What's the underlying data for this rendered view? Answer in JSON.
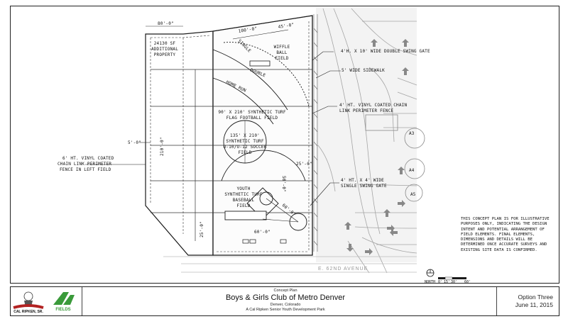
{
  "plan": {
    "dims": {
      "top_width": "80'-0\"",
      "right_top": "100'-0\"",
      "dim_210": "210'-0\"",
      "dim_5": "5'-0\"",
      "dim_25_right": "25'-0\"",
      "dim_25_left": "25'-0\"",
      "dim_60": "60'-0\"",
      "dim_50": "50'-0\"",
      "dim_60b": "60'-0\"",
      "dim_45": "45'-0\""
    },
    "fields": {
      "wiffle": [
        "WIFFLE",
        "BALL",
        "FIELD"
      ],
      "football": [
        "90' X 210' SYNTHETIC TURF",
        "FLAG FOOTBALL FIELD"
      ],
      "soccer": [
        "135' X 210'",
        "SYNTHETIC TURF",
        "U-10/U-12 SOCCER",
        "FIELD"
      ],
      "baseball": [
        "YOUTH",
        "SYNTHETIC TURF",
        "BASEBALL",
        "FIELD"
      ]
    },
    "property_note": [
      "24130 SF",
      "ADDITIONAL",
      "PROPERTY"
    ],
    "arc_labels": {
      "single": "SINGLE",
      "double": "DOUBLE",
      "home_run": "HOME RUN"
    },
    "callouts": {
      "gate_double": "4'H. X 10' WIDE DOUBLE SWING GATE",
      "sidewalk": "5' WIDE SIDEWALK",
      "fence_right": [
        "4' HT. VINYL COATED CHAIN",
        "LINK PERIMETER FENCE"
      ],
      "fence_left": [
        "6' HT. VINYL COATED",
        "CHAIN LINK PERIMETER",
        "FENCE IN LEFT FIELD"
      ],
      "gate_single": [
        "4' HT. X 4' WIDE",
        "SINGLE SWING GATE"
      ]
    },
    "road_label": "E. 62ND AVENUE",
    "site_labels": {
      "a3": "A3",
      "a4": "A4",
      "a5": "A5"
    },
    "north_label": "NORTH",
    "scale_labels": [
      "0'",
      "15'",
      "30'",
      "60'"
    ]
  },
  "disclaimer": "THIS CONCEPT PLAN IS FOR ILLUSTRATIVE PURPOSES ONLY, INDICATING THE DESIGN INTENT AND POTENTIAL ARRANGEMENT OF FIELD ELEMENTS. FINAL ELEMENTS, DIMENSIONS AND DETAILS WILL BE DETERMINED ONCE ACCURATE SURVEYS AND EXISTING SITE DATA IS CONFIRMED.",
  "titleblock": {
    "label": "Concept Plan",
    "title": "Boys & Girls Club of Metro Denver",
    "location": "Denver, Colorado",
    "subtitle": "A Cal Ripken Senior Youth Development Park",
    "option": "Option Three",
    "date": "June 11, 2015"
  },
  "logos": {
    "ripken": "CAL RIPKEN, SR.",
    "fields": "FIELDS"
  },
  "colors": {
    "line": "#1a1a1a",
    "site_gray": "#9a9a9a",
    "light_gray": "#c8c8c8",
    "ripken_red": "#b22222",
    "fields_green": "#3a9a3a"
  }
}
